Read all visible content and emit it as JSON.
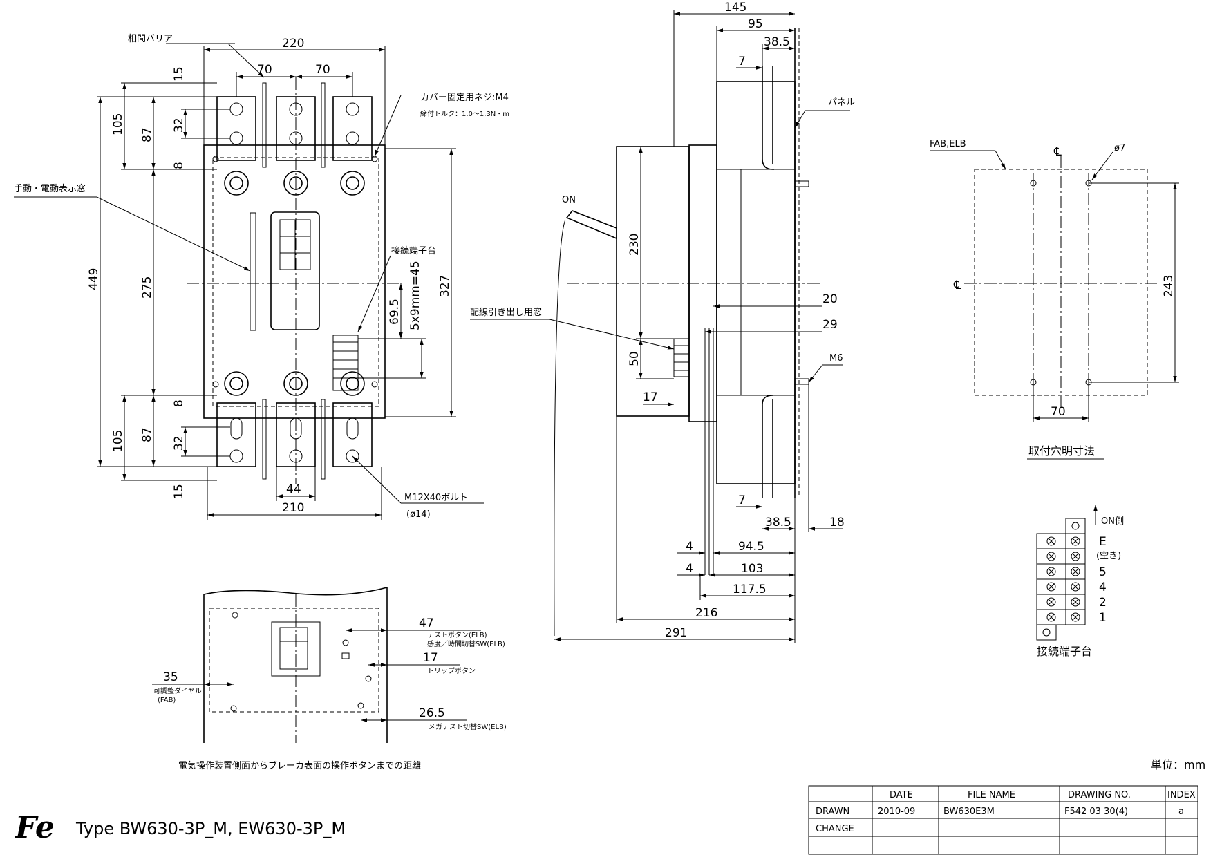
{
  "front": {
    "dims": {
      "w220": "220",
      "w70a": "70",
      "w70b": "70",
      "w210": "210",
      "w44": "44",
      "h15top": "15",
      "h105top": "105",
      "h87top": "87",
      "h32top": "32",
      "h8top": "8",
      "h449": "449",
      "h275": "275",
      "h8bot": "8",
      "h105bot": "105",
      "h87bot": "87",
      "h32bot": "32",
      "h15bot": "15",
      "h327": "327",
      "h69_5": "69.5",
      "h5x9": "5x9mm=45"
    },
    "labels": {
      "barrier": "相間バリア",
      "cover_screw": "カバー固定用ネジ:M4",
      "torque": "締付トルク：1.0～1.3N・m",
      "indicator": "手動・電動表示窓",
      "terminal_block": "接続端子台",
      "bolt": "M12X40ボルト",
      "bolt_dia": "(ø14)"
    }
  },
  "side": {
    "dims": {
      "d145": "145",
      "d95": "95",
      "d38_5top": "38.5",
      "d7top": "7",
      "d230": "230",
      "d50": "50",
      "d17": "17",
      "d20": "20",
      "d29": "29",
      "d7bot": "7",
      "d38_5bot": "38.5",
      "d18": "18",
      "d4a": "4",
      "d94_5": "94.5",
      "d4b": "4",
      "d103": "103",
      "d117_5": "117.5",
      "d216": "216",
      "d291": "291"
    },
    "labels": {
      "on": "ON",
      "panel": "パネル",
      "wiring_window": "配線引き出し用窓",
      "m6": "M6"
    }
  },
  "mount": {
    "fab_elb": "FAB,ELB",
    "cl_top": "℄",
    "cl_left": "℄",
    "hole": "ø7",
    "d243": "243",
    "d70": "70",
    "caption": "取付穴明寸法"
  },
  "terminal": {
    "on_side": "ON側",
    "rows": [
      "E",
      "(空き)",
      "5",
      "4",
      "2",
      "1"
    ],
    "caption": "接続端子台"
  },
  "operation": {
    "d47": "47",
    "test_btn": "テストボタン(ELB)",
    "sens_sw": "感度／時間切替SW(ELB)",
    "d17": "17",
    "trip_btn": "トリップボタン",
    "d35": "35",
    "dial": "可調整ダイヤル",
    "dial_fab": "(FAB)",
    "d26_5": "26.5",
    "mega_sw": "メガテスト切替SW(ELB)",
    "caption": "電気操作装置側面からブレーカ表面の操作ボタンまでの距離"
  },
  "footer": {
    "logo": "Fe",
    "type_text": "Type BW630-3P_M, EW630-3P_M",
    "unit": "単位：mm"
  },
  "title_block": {
    "headers": [
      "",
      "DATE",
      "FILE NAME",
      "DRAWING NO.",
      "INDEX"
    ],
    "rows": [
      [
        "DRAWN",
        "2010-09",
        "BW630E3M",
        "F542 03 30(4)",
        "a"
      ],
      [
        "CHANGE",
        "",
        "",
        "",
        ""
      ],
      [
        "",
        "",
        "",
        "",
        ""
      ]
    ]
  }
}
